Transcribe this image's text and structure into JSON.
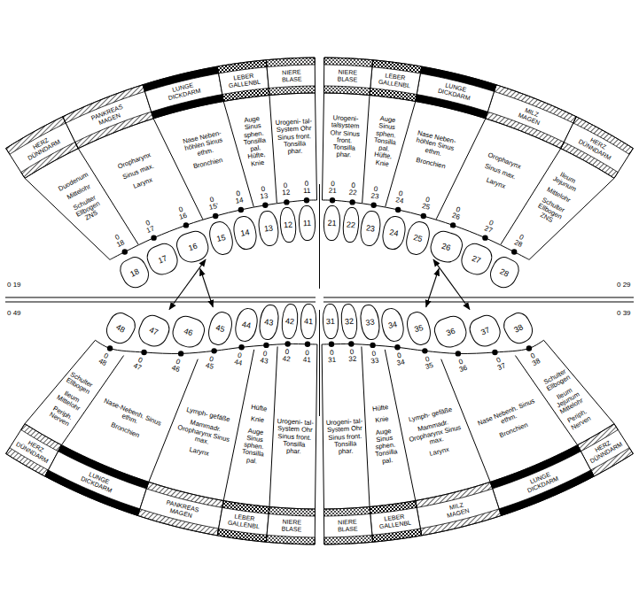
{
  "diagram": {
    "nodes": [
      {
        "text": [
          "HERZ DÜNNDARM"
        ]
      },
      {
        "text": [
          "PANKREAS MAGEN"
        ]
      },
      {
        "text": [
          "LUNGE DICKDARM"
        ]
      },
      {
        "text": [
          "LEBER GALLENBL"
        ]
      },
      {
        "text": [
          "NIERE BLASE"
        ]
      },
      {
        "text": [
          "Duodenum",
          "Mittelohr",
          "Schulter Ellbogen ZNS"
        ]
      },
      {
        "text": [
          "Oropharynx",
          "Sinus max.",
          "Larynx"
        ]
      },
      {
        "text": [
          "Nase Neben- höhlen Sinus ethm.",
          "Bronchien"
        ]
      },
      {
        "text": [
          "Auge Sinus sphen. Tonsilla pal. Hüfte, Knie"
        ]
      },
      {
        "text": [
          "Urogeni- tal-System Ohr Sinus front. Tonsilla phar."
        ]
      },
      {
        "text": [
          "18"
        ]
      },
      {
        "text": [
          "17"
        ]
      },
      {
        "text": [
          "16"
        ]
      },
      {
        "text": [
          "15"
        ]
      },
      {
        "text": [
          "14"
        ]
      },
      {
        "text": [
          "13"
        ]
      },
      {
        "text": [
          "12"
        ]
      },
      {
        "text": [
          "11"
        ]
      },
      {
        "text": [
          "NIERE BLASE"
        ]
      },
      {
        "text": [
          "LEBER GALLENBL"
        ]
      },
      {
        "text": [
          "LUNGE DICKDARM"
        ]
      },
      {
        "text": [
          "MILZ MAGEN"
        ]
      },
      {
        "text": [
          "HERZ DÜNNDARM"
        ]
      },
      {
        "text": [
          "Urogeni- talsystem Ohr Sinus front. Tonsilla phar."
        ]
      },
      {
        "text": [
          "Auge Sinus sphen. Tonsilla pal. Hüfte, Knie"
        ]
      },
      {
        "text": [
          "Nase Neben- höhlen Sinus ethm.",
          "Bronchien"
        ]
      },
      {
        "text": [
          "Oropharynx",
          "Sinus max.",
          "Larynx"
        ]
      },
      {
        "text": [
          "Ileum Jejunum",
          "Mittelohr",
          "Schulter Ellbogen ZNS"
        ]
      },
      {
        "text": [
          "21"
        ]
      },
      {
        "text": [
          "22"
        ]
      },
      {
        "text": [
          "23"
        ]
      },
      {
        "text": [
          "24"
        ]
      },
      {
        "text": [
          "25"
        ]
      },
      {
        "text": [
          "26"
        ]
      },
      {
        "text": [
          "27"
        ]
      },
      {
        "text": [
          "28"
        ]
      },
      {
        "text": [
          "48"
        ]
      },
      {
        "text": [
          "47"
        ]
      },
      {
        "text": [
          "46"
        ]
      },
      {
        "text": [
          "45"
        ]
      },
      {
        "text": [
          "44"
        ]
      },
      {
        "text": [
          "43"
        ]
      },
      {
        "text": [
          "42"
        ]
      },
      {
        "text": [
          "41"
        ]
      },
      {
        "text": [
          "Schulter Ellbogen",
          "Ileum Mittelohr",
          "Periph. Nerven"
        ]
      },
      {
        "text": [
          "Nase-Nebenh. Sinus ethm.",
          "Bronchien"
        ]
      },
      {
        "text": [
          "Lymph- gefäße",
          "Mammadr. Oropharynx Sinus max.",
          "Larynx"
        ]
      },
      {
        "text": [
          "Hüfte",
          "Knie",
          "Auge Sinus sphen. Tonsilla pal."
        ]
      },
      {
        "text": [
          "Urogeni- tal-System Ohr Sinus front. Tonsilla phar."
        ]
      },
      {
        "text": [
          "HERZ DÜNNDARM"
        ]
      },
      {
        "text": [
          "LUNGE DICKDARM"
        ]
      },
      {
        "text": [
          "PANKREAS MAGEN"
        ]
      },
      {
        "text": [
          "LEBER GALLENBL"
        ]
      },
      {
        "text": [
          "NIERE BLASE"
        ]
      },
      {
        "text": [
          "31"
        ]
      },
      {
        "text": [
          "32"
        ]
      },
      {
        "text": [
          "33"
        ]
      },
      {
        "text": [
          "34"
        ]
      },
      {
        "text": [
          "35"
        ]
      },
      {
        "text": [
          "36"
        ]
      },
      {
        "text": [
          "37"
        ]
      },
      {
        "text": [
          "38"
        ]
      },
      {
        "text": [
          "Urogeni- tal-System Ohr Sinus front. Tonsilla phar."
        ]
      },
      {
        "text": [
          "Hüfte",
          "Knie",
          "Auge Sinus sphen. Tonsilla pal."
        ]
      },
      {
        "text": [
          "Lymph- gefäße",
          "Mammadr. Oropharynx Sinus max.",
          "Larynx"
        ]
      },
      {
        "text": [
          "Nase Nebenh. Sinus ethm.",
          "Bronchien"
        ]
      },
      {
        "text": [
          "Schulter Ellbogen",
          "Ileum Jejunum Mittelohr",
          "Periph. Nerven"
        ]
      },
      {
        "text": [
          "NIERE BLASE"
        ]
      },
      {
        "text": [
          "LEBER GALLENBL"
        ]
      },
      {
        "text": [
          "MILZ MAGEN"
        ]
      },
      {
        "text": [
          "LUNGE DICKDARM"
        ]
      },
      {
        "text": [
          "HERZ DÜNNDARM"
        ]
      }
    ],
    "edges": [
      {
        "from": 12,
        "to": 39,
        "arrow": "both"
      },
      {
        "from": 13,
        "to": 37,
        "arrow": "both"
      },
      {
        "from": 32,
        "to": 60,
        "arrow": "both"
      },
      {
        "from": 33,
        "to": 58,
        "arrow": "both"
      }
    ],
    "labels": [
      "0 19",
      "0 18",
      "0 17",
      "0 16",
      "0 15'",
      "0 14",
      "0 13",
      "0 12",
      "0 11",
      "0 21",
      "0 22",
      "0 23",
      "0 24",
      "0 25",
      "0 26",
      "0 27",
      "0 28",
      "0 29",
      "0 49",
      "0 48",
      "0 47",
      "0 46",
      "0 45",
      "0 44",
      "0 43",
      "0 42",
      "0 41",
      "0 31",
      "0 32",
      "0 33",
      "0 34",
      "0 35",
      "0 36",
      "0 37",
      "0 38",
      "0 39"
    ]
  }
}
